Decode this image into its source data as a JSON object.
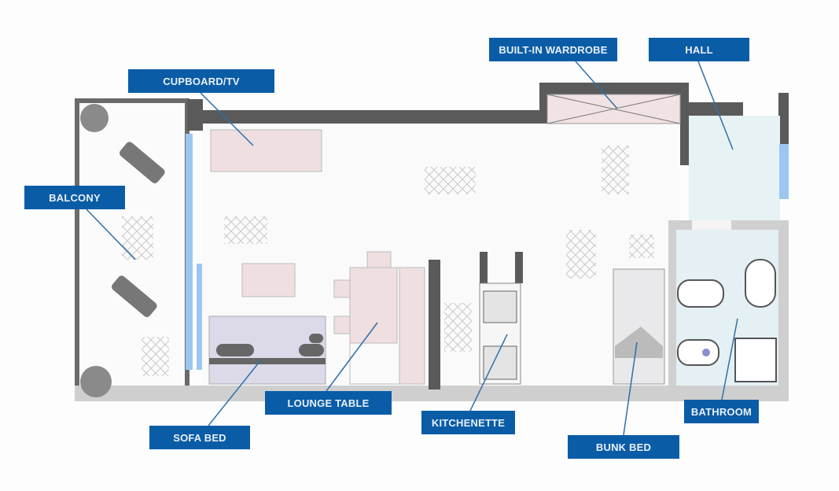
{
  "title": "Studio apartment floor plan",
  "colors": {
    "label_bg": "#0b5ca6",
    "wall": "#5a5a5a",
    "furniture": "#efdfe0",
    "glass": "#9cc6f0",
    "bath_floor": "#e4f0f3"
  },
  "labels": {
    "cupboard_tv": "CUPBOARD/TV",
    "built_in_wardrobe": "BUILT-IN WARDROBE",
    "hall": "HALL",
    "balcony": "BALCONY",
    "sofa_bed": "SOFA BED",
    "lounge_table": "LOUNGE TABLE",
    "kitchenette": "KITCHENETTE",
    "bunk_bed": "BUNK BED",
    "bathroom": "BATHROOM"
  }
}
